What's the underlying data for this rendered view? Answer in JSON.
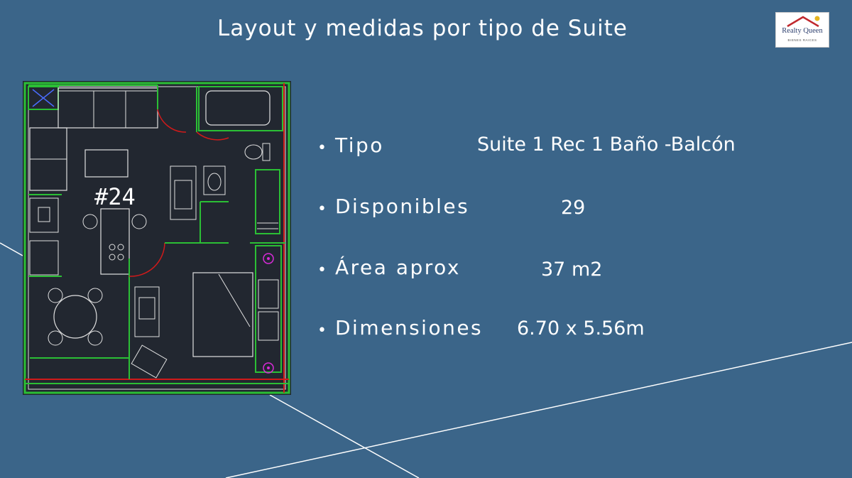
{
  "slide": {
    "title": "Layout y medidas por tipo de Suite"
  },
  "logo": {
    "name": "Realty Queen",
    "tagline": "BIENES RAICES"
  },
  "floor_plan": {
    "unit_label": "#24"
  },
  "specs": [
    {
      "label": "Tipo",
      "value": "Suite 1 Rec 1 Baño -Balcón"
    },
    {
      "label": "Disponibles",
      "value": "29"
    },
    {
      "label": "Área aprox",
      "value": "37 m2"
    },
    {
      "label": "Dimensiones",
      "value": "6.70 x 5.56m"
    }
  ],
  "colors": {
    "background": "#3b6589",
    "plan_background": "#222730",
    "wall_green": "#1fbf2a",
    "door_red": "#d11a1a",
    "text": "#ffffff"
  }
}
